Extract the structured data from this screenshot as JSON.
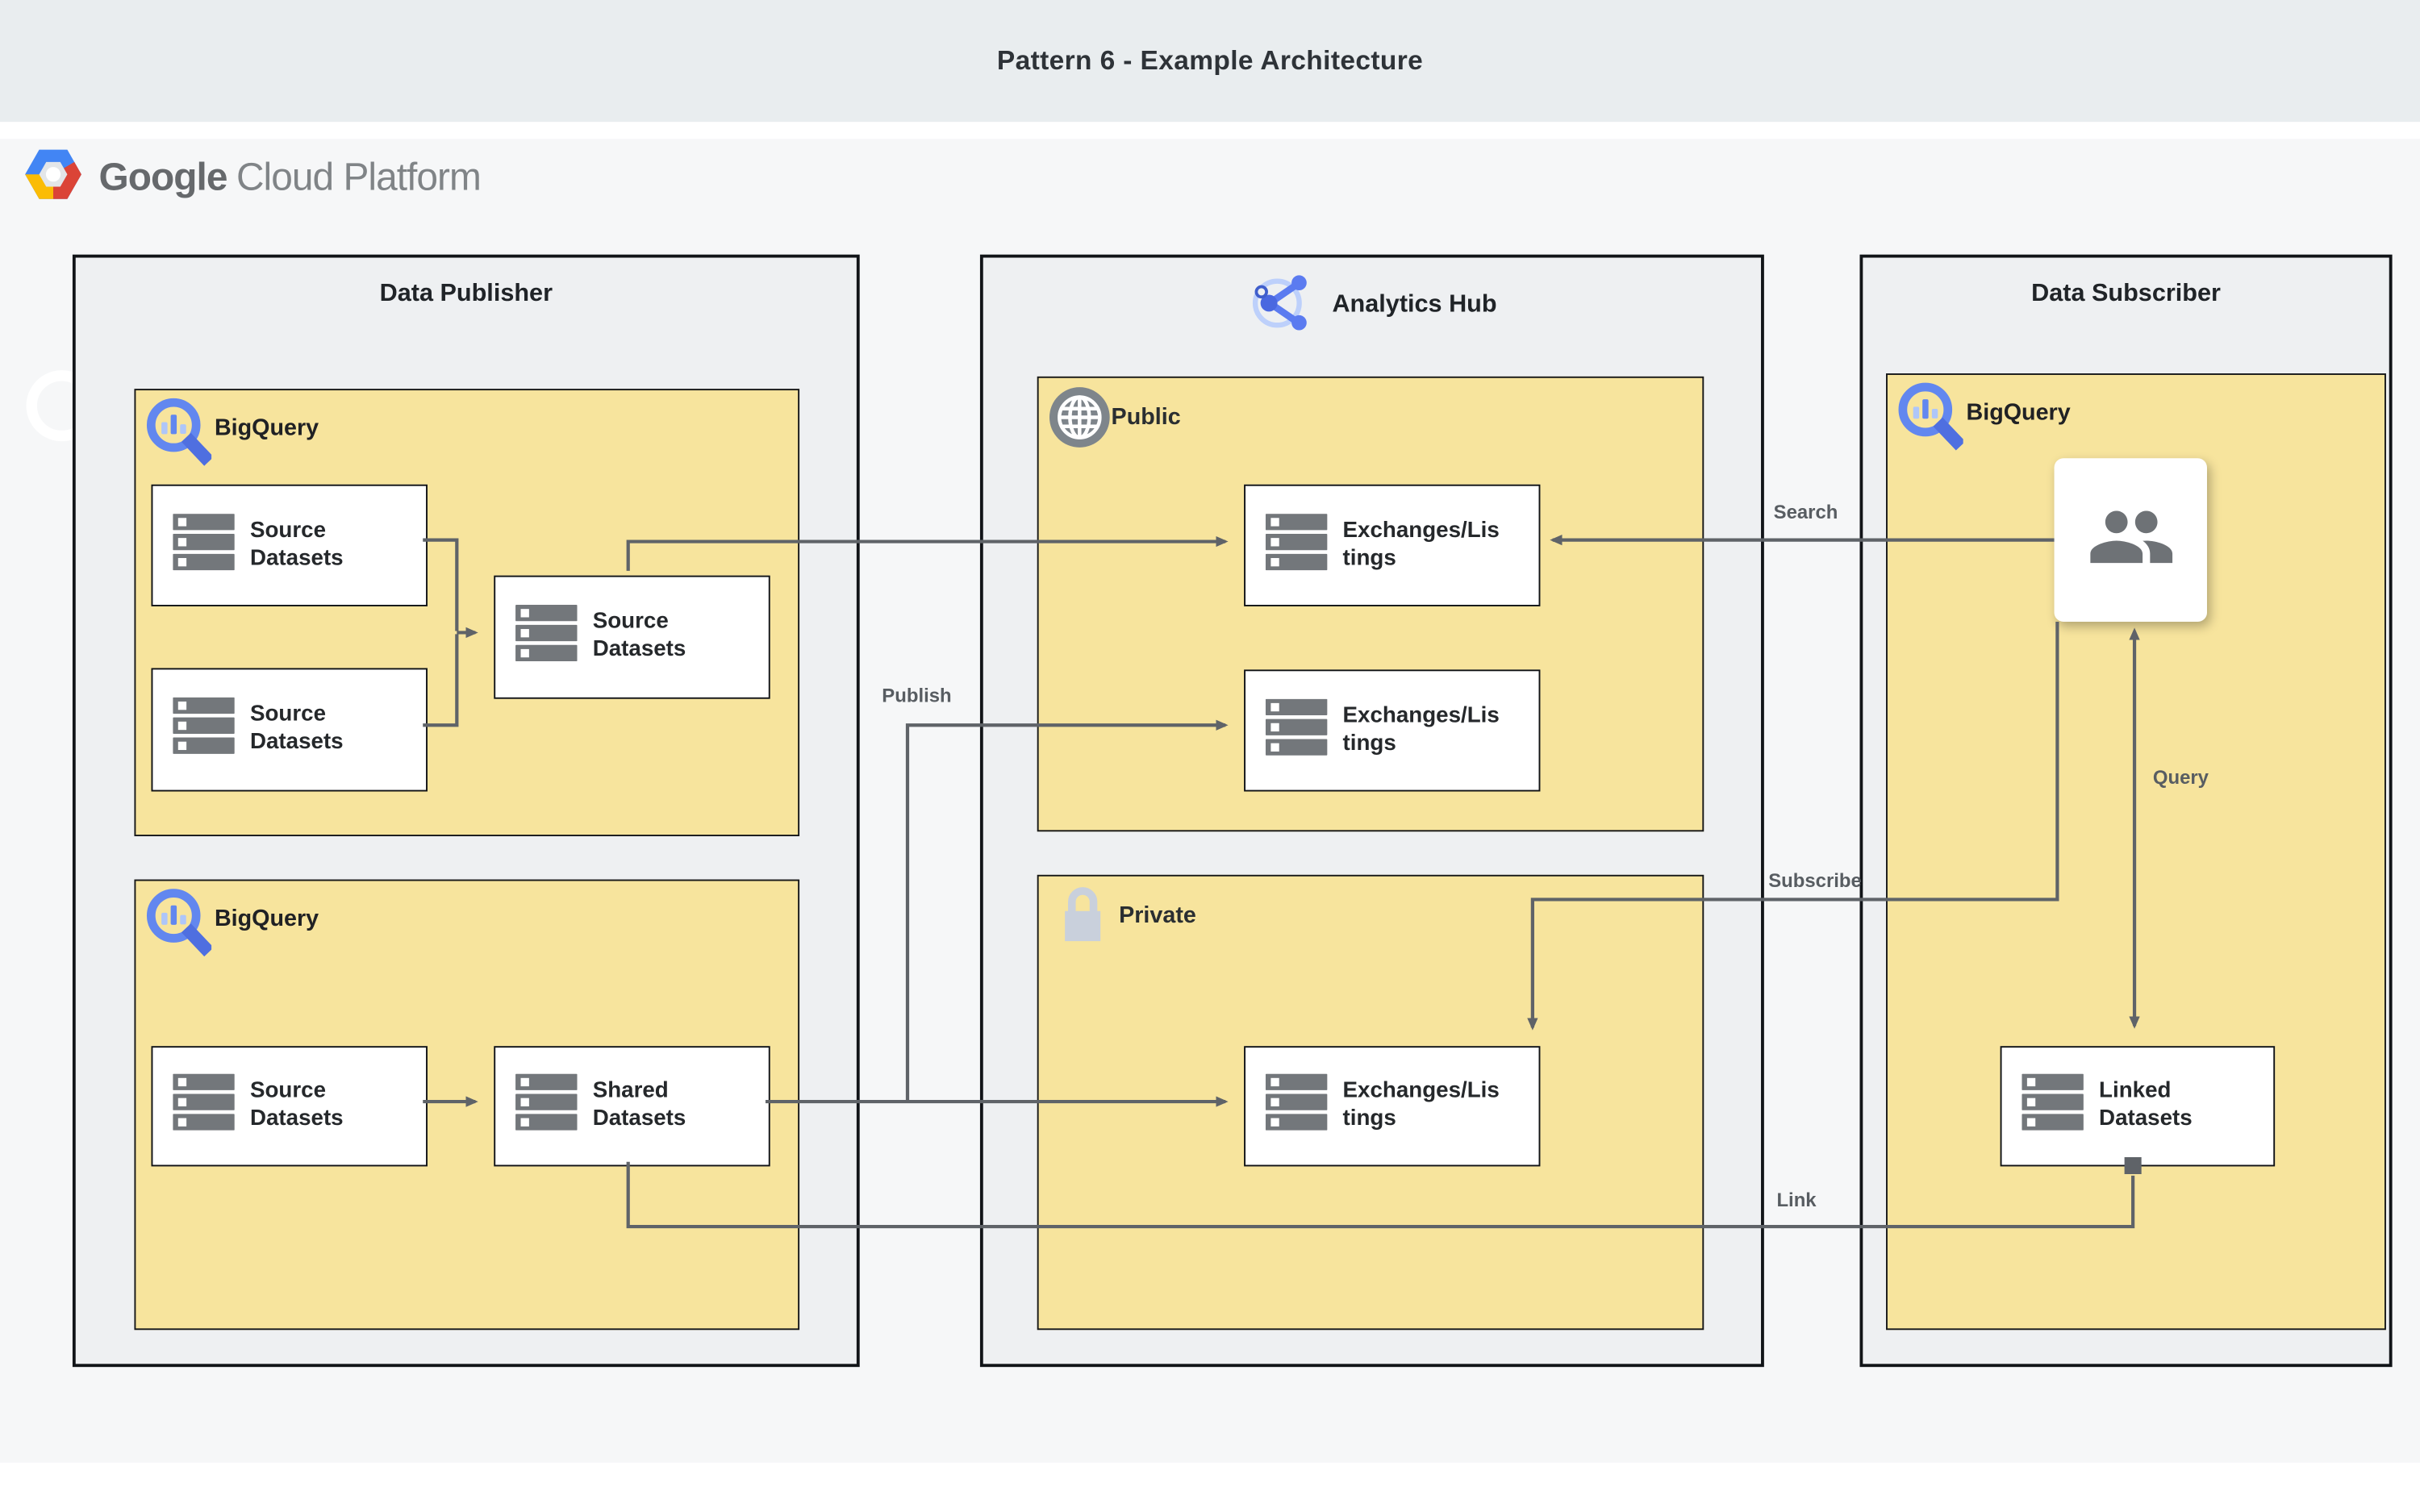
{
  "title": "Pattern 6 - Example Architecture",
  "logo": {
    "brand_bold": "Google",
    "brand_light": "Cloud Platform",
    "icon": "gcp-hexagon-logo"
  },
  "colors": {
    "band_bg": "#e9edef",
    "canvas_bg": "#f6f7f8",
    "container_bg": "#eef0f2",
    "highlight_yellow": "#f7e49d",
    "edge_gray": "#5f6368",
    "border_black": "#111418",
    "bigquery_blue": "#6287ef",
    "bigquery_light_blue": "#aec6f9",
    "hub_icon_blue": "#5b7bf0",
    "globe_gray": "#7e858b",
    "lock_gray": "#c9d0dc",
    "google_blue": "#4285f4",
    "google_red": "#db4437",
    "google_yellow": "#fbbc05"
  },
  "publisher": {
    "title": "Data Publisher",
    "bq1": {
      "label": "BigQuery",
      "icon": "bigquery-icon",
      "nodes": {
        "src_a": "Source Datasets",
        "src_b": "Source Datasets",
        "src_merged": "Source Datasets"
      }
    },
    "bq2": {
      "label": "BigQuery",
      "icon": "bigquery-icon",
      "nodes": {
        "src": "Source Datasets",
        "shared": "Shared Datasets"
      }
    }
  },
  "hub": {
    "title": "Analytics Hub",
    "icon": "analytics-hub-icon",
    "public": {
      "label": "Public",
      "icon": "globe-icon",
      "nodes": {
        "ex1": "Exchanges/Listings",
        "ex2": "Exchanges/Listings"
      }
    },
    "private": {
      "label": "Private",
      "icon": "lock-icon",
      "nodes": {
        "ex3": "Exchanges/Listings"
      }
    }
  },
  "subscriber": {
    "title": "Data Subscriber",
    "bq": {
      "label": "BigQuery",
      "icon": "bigquery-icon",
      "users_icon": "users-icon",
      "nodes": {
        "linked": "Linked Datasets"
      }
    }
  },
  "edges": {
    "publish": "Publish",
    "search": "Search",
    "subscribe": "Subscribe",
    "query": "Query",
    "link": "Link"
  }
}
